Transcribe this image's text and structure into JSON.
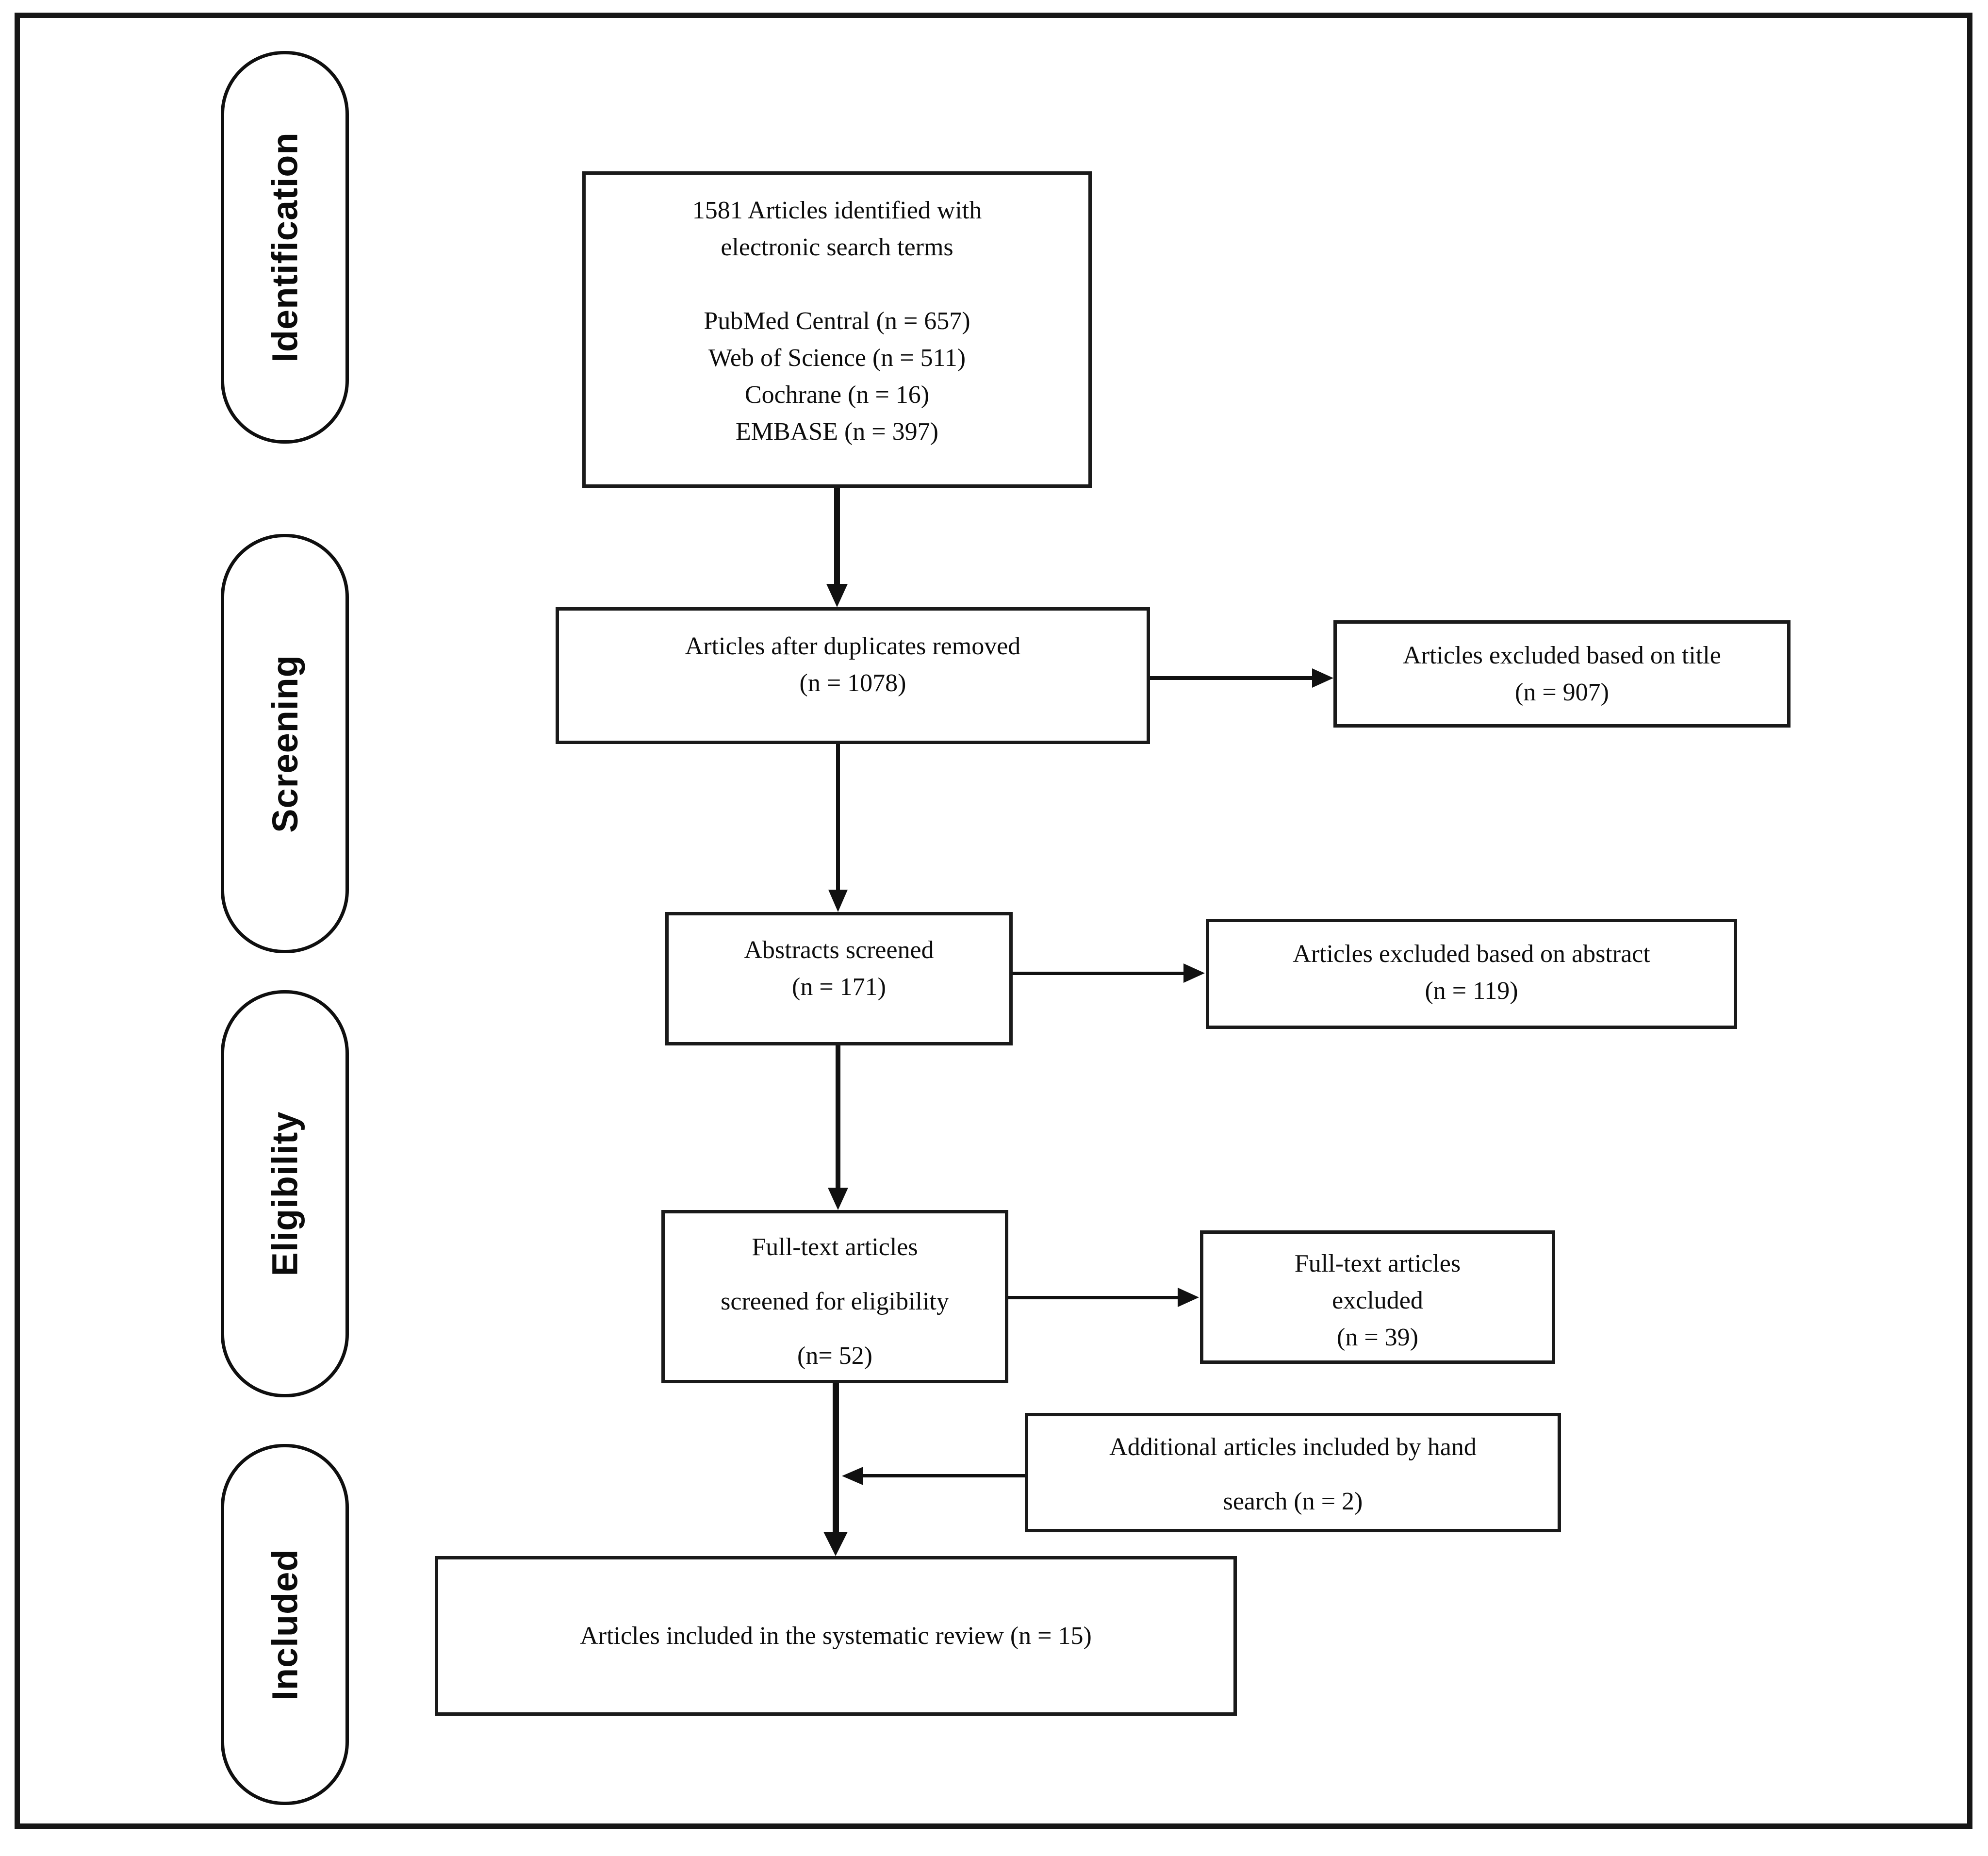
{
  "stages": [
    {
      "label": "Identification"
    },
    {
      "label": "Screening"
    },
    {
      "label": "Eligibility"
    },
    {
      "label": "Included"
    }
  ],
  "boxes": {
    "identified": {
      "lines": [
        "1581 Articles identified with",
        "electronic search terms"
      ],
      "sources": [
        "PubMed Central (n = 657)",
        "Web of Science (n = 511)",
        "Cochrane (n = 16)",
        "EMBASE (n = 397)"
      ]
    },
    "duplicates_removed": {
      "lines": [
        "Articles after duplicates removed",
        "(n = 1078)"
      ]
    },
    "excluded_title": {
      "lines": [
        "Articles excluded based on title",
        "(n = 907)"
      ]
    },
    "abstracts_screened": {
      "lines": [
        "Abstracts screened",
        "(n = 171)"
      ]
    },
    "excluded_abstract": {
      "lines": [
        "Articles excluded based on abstract",
        "(n = 119)"
      ]
    },
    "fulltext_screened": {
      "lines": [
        "Full-text articles",
        "screened for eligibility",
        "(n= 52)"
      ]
    },
    "excluded_fulltext": {
      "lines": [
        "Full-text articles",
        "excluded",
        "(n = 39)"
      ]
    },
    "hand_search": {
      "lines": [
        "Additional articles included by hand",
        "search (n = 2)"
      ]
    },
    "included_review": {
      "lines": [
        "Articles included in the systematic review (n = 15)"
      ]
    }
  }
}
